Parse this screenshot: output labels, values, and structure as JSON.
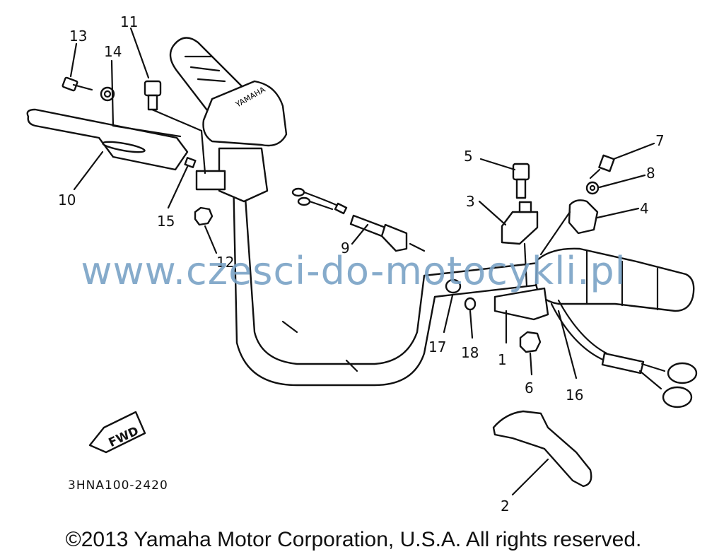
{
  "callouts": {
    "c1": "1",
    "c2": "2",
    "c3": "3",
    "c4": "4",
    "c5": "5",
    "c6": "6",
    "c7": "7",
    "c8": "8",
    "c9": "9",
    "c10": "10",
    "c11": "11",
    "c12": "12",
    "c13": "13",
    "c14": "14",
    "c15": "15",
    "c16": "16",
    "c17": "17",
    "c18": "18"
  },
  "fwd_label": "FWD",
  "grip_brand": "YAMAHA",
  "drawing_code": "3HNA100-2420",
  "watermark": "www.czesci-do-motocykli.pl",
  "copyright": "©2013 Yamaha Motor Corporation, U.S.A. All rights reserved."
}
